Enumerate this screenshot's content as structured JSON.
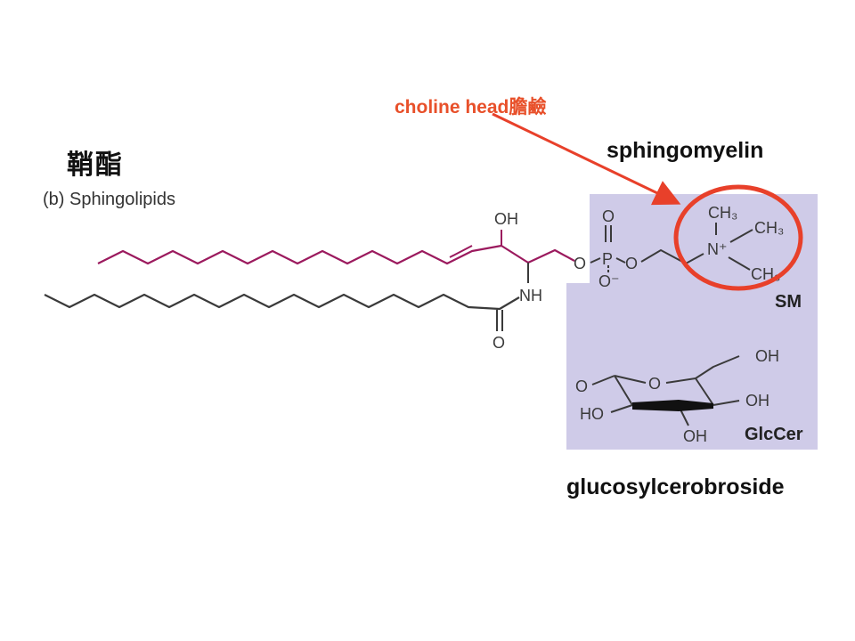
{
  "annotation": {
    "text": "choline head膽鹼",
    "color": "#e8502a"
  },
  "title_cn": "鞘酯",
  "section_label": "(b) Sphingolipids",
  "labels": {
    "sphingomyelin": "sphingomyelin",
    "glucosylcerebroside": "glucosylcerobroside",
    "sm_badge": "SM",
    "glccer_badge": "GlcCer"
  },
  "atoms": {
    "oh_top": "OH",
    "nh": "NH",
    "o_carbonyl": "O",
    "o_link1": "O",
    "o_link2": "O",
    "p": "P",
    "o_double": "O",
    "o_minus": "O⁻",
    "n_plus": "N⁺",
    "ch3_a": "CH₃",
    "ch3_b": "CH₃",
    "ch3_c": "CH₃",
    "glc_o_anomeric": "O",
    "glc_o_ring": "O",
    "glc_oh_ch2": "OH",
    "glc_oh_right": "OH",
    "glc_ho_left": "HO",
    "glc_oh_bottom": "OH"
  },
  "colors": {
    "sphingosine_chain": "#9b1a5e",
    "panel_bg": "#cfcbe8",
    "bond": "#3a3a3a",
    "highlight": "#e8402a"
  }
}
